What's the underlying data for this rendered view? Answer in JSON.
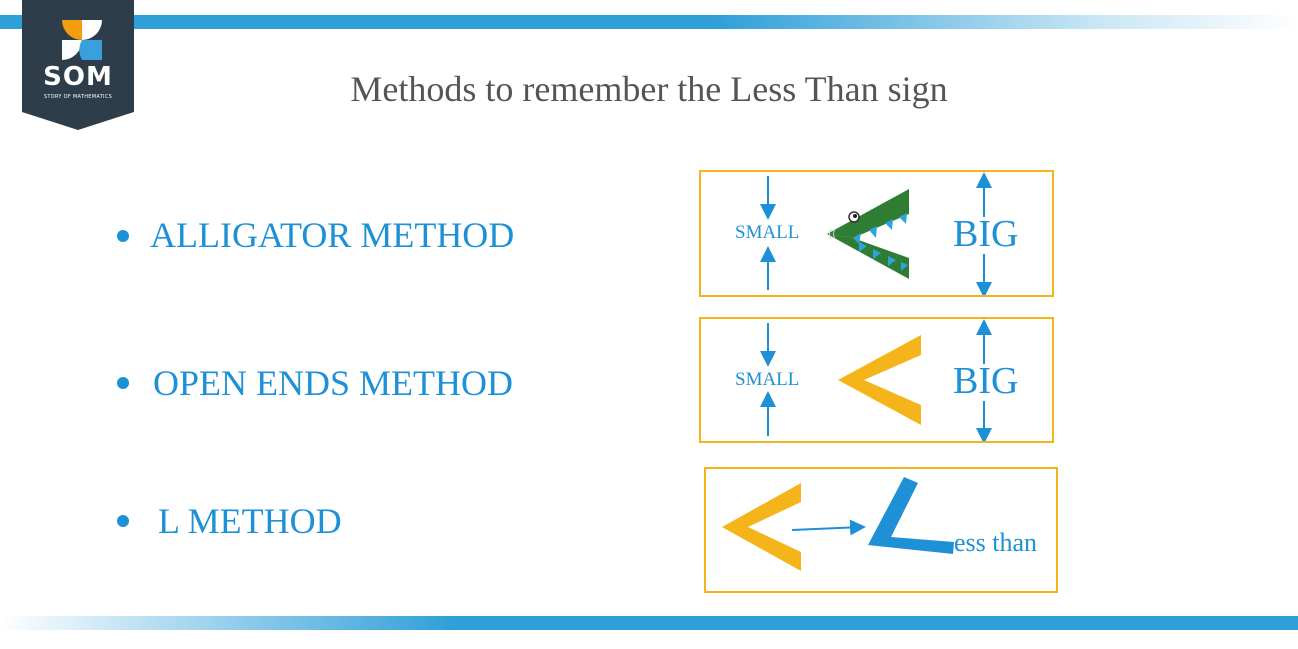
{
  "logo": {
    "name": "SOM",
    "tagline": "STORY OF MATHEMATICS"
  },
  "title": "Methods to remember the Less Than sign",
  "methods": [
    {
      "label": "ALLIGATOR METHOD",
      "small": "SMALL",
      "big": "BIG"
    },
    {
      "label": "OPEN ENDS METHOD",
      "small": "SMALL",
      "big": "BIG"
    },
    {
      "label": "L METHOD",
      "suffix": "ess than"
    }
  ],
  "colors": {
    "blue": "#1e90d6",
    "yellow": "#f4b41a",
    "alligator_green": "#2e7d32",
    "logo_dark": "#2d3e4a"
  }
}
